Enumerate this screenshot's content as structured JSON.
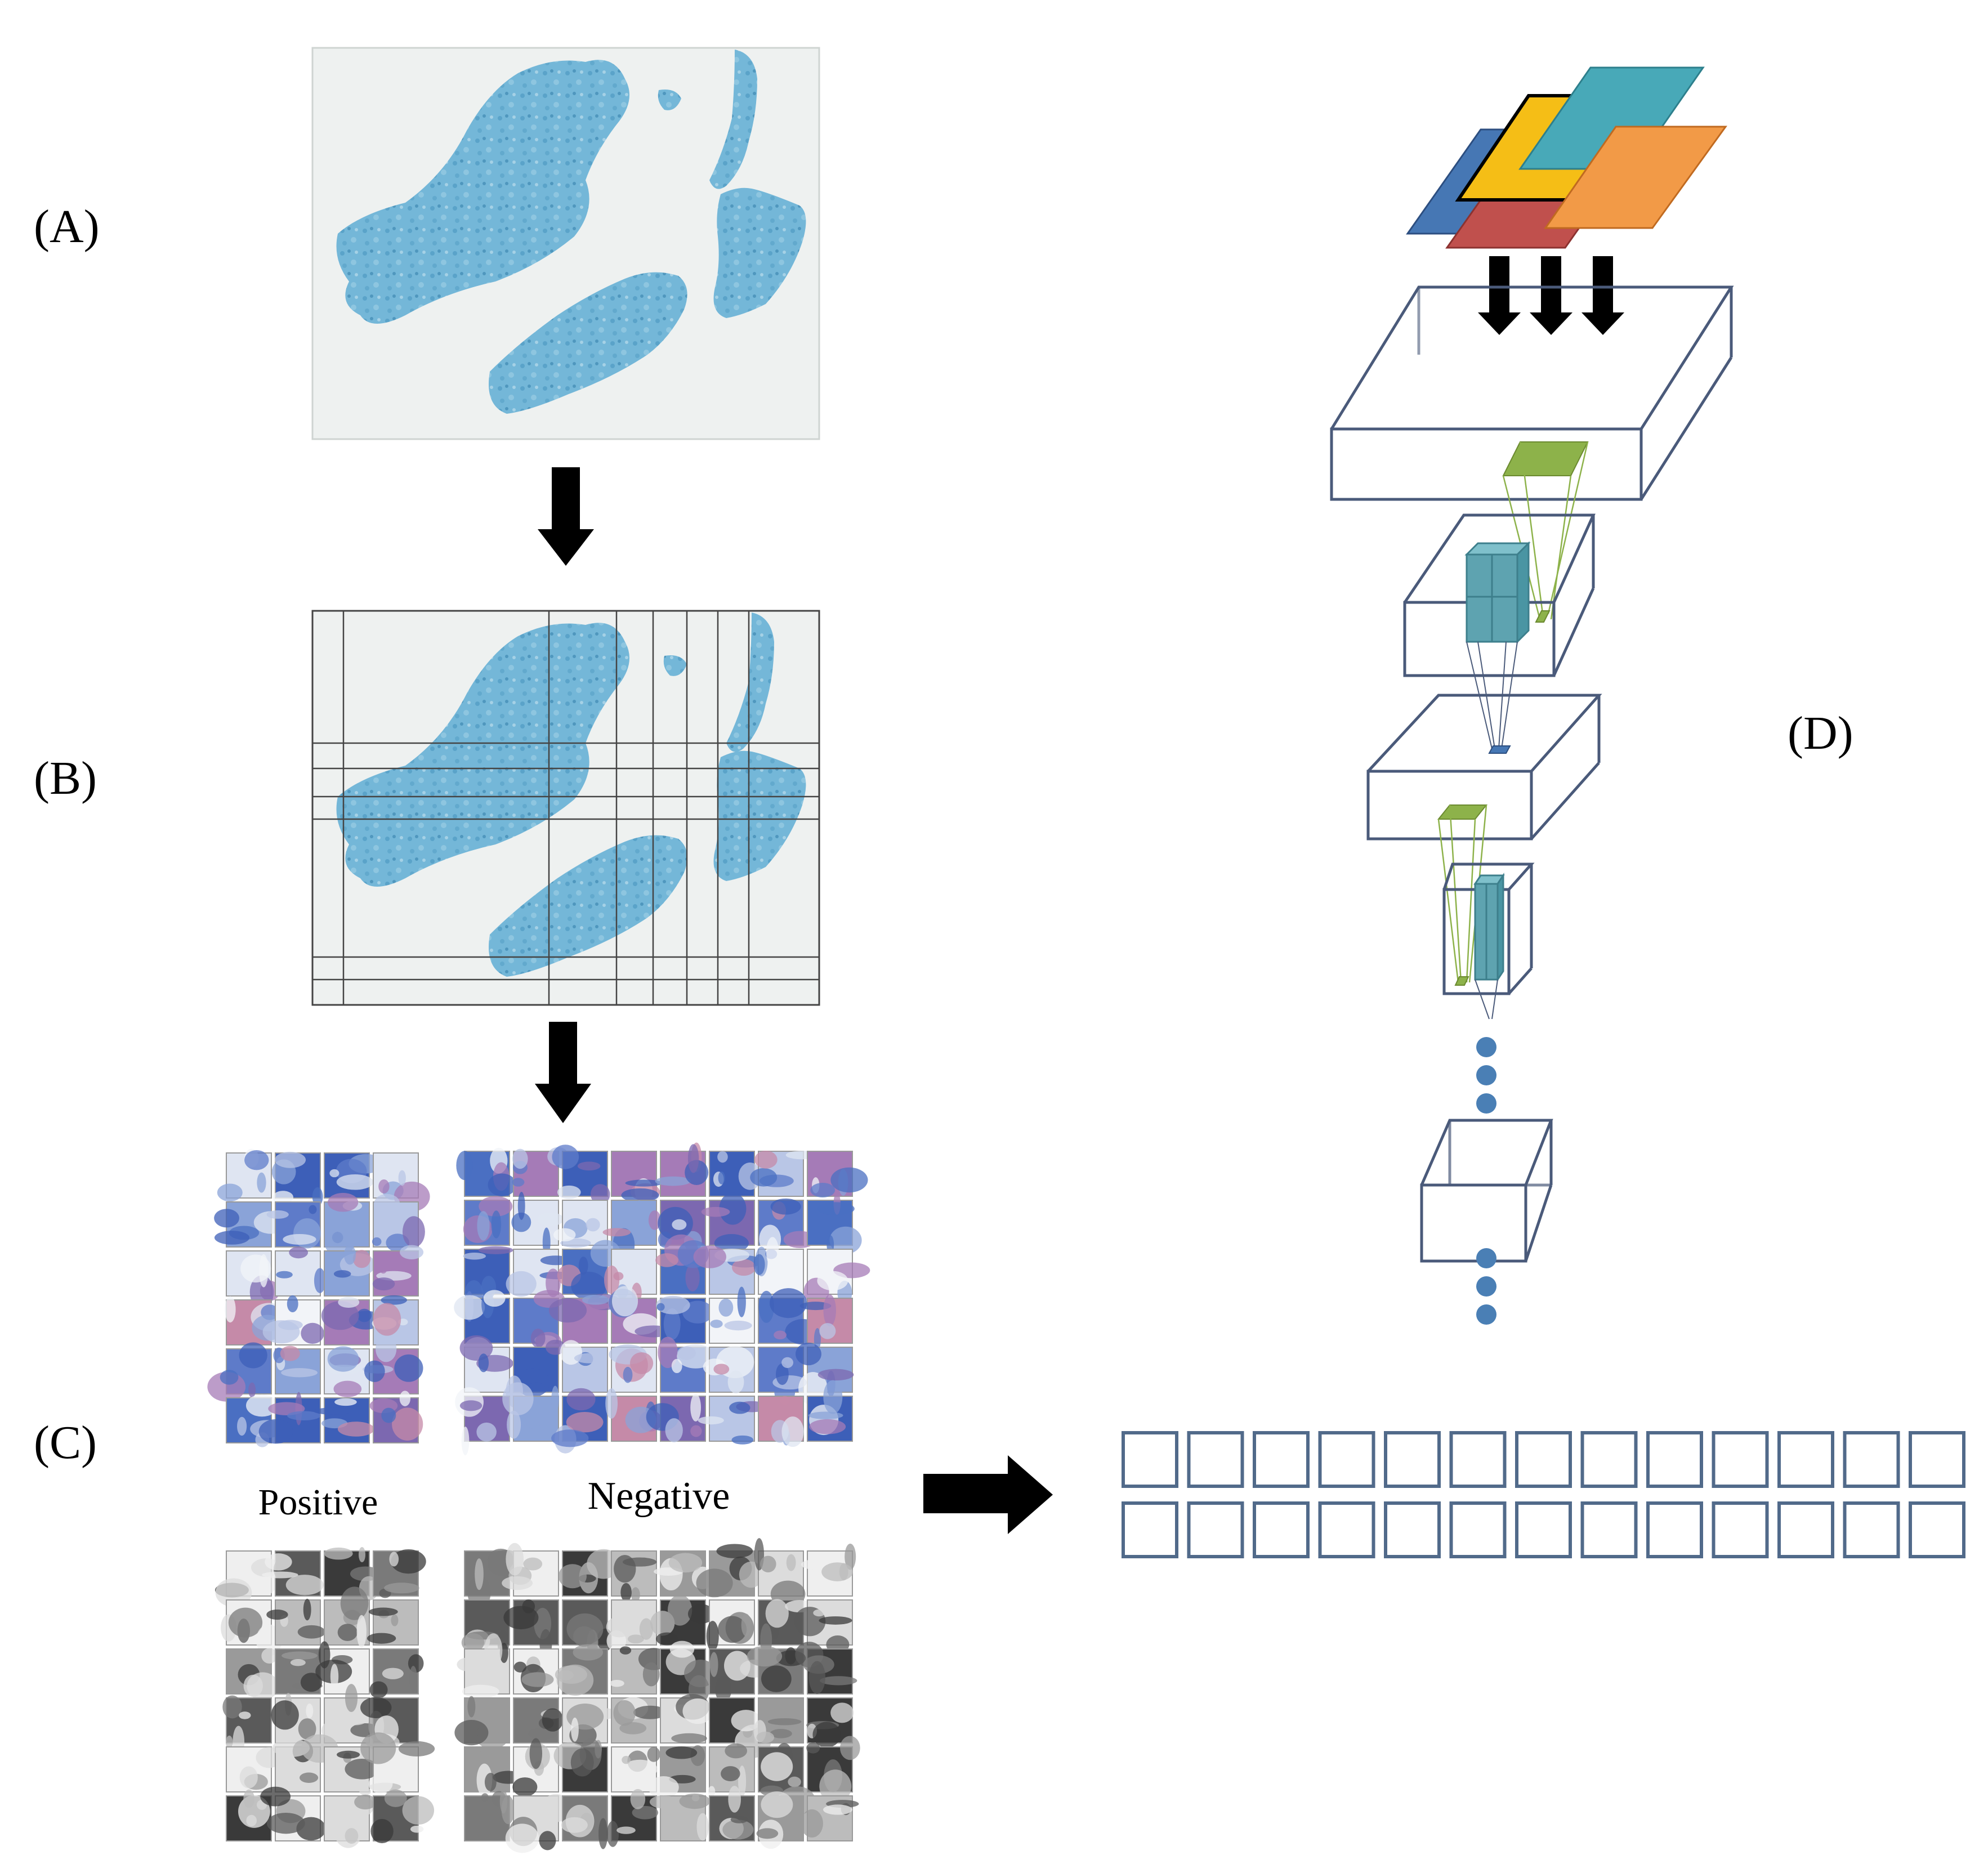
{
  "panels": {
    "a": {
      "label": "(A)"
    },
    "b": {
      "label": "(B)"
    },
    "c": {
      "label": "(C)",
      "positive_label": "Positive",
      "negative_label": "Negative"
    },
    "d": {
      "label": "(D)"
    }
  },
  "colors": {
    "tissue": "#6fb3d6",
    "slide_bg": "#eef1f0",
    "grid_line": "#444444",
    "box_outline": "#4a5a7a",
    "accent_green": "#8db24a",
    "accent_teal": "#5ea3b0",
    "dot_blue": "#4a7fb5",
    "feature_blue": "#4677b4",
    "feature_yellow": "#f5be16",
    "feature_cyan": "#48a9b8",
    "feature_orange": "#f29a47",
    "feature_red": "#c0504d",
    "vector_box": "#516a8a",
    "arrow": "#000000"
  },
  "icons": [
    "down-arrow",
    "right-arrow",
    "cnn-layer-box",
    "ellipsis-dots"
  ]
}
